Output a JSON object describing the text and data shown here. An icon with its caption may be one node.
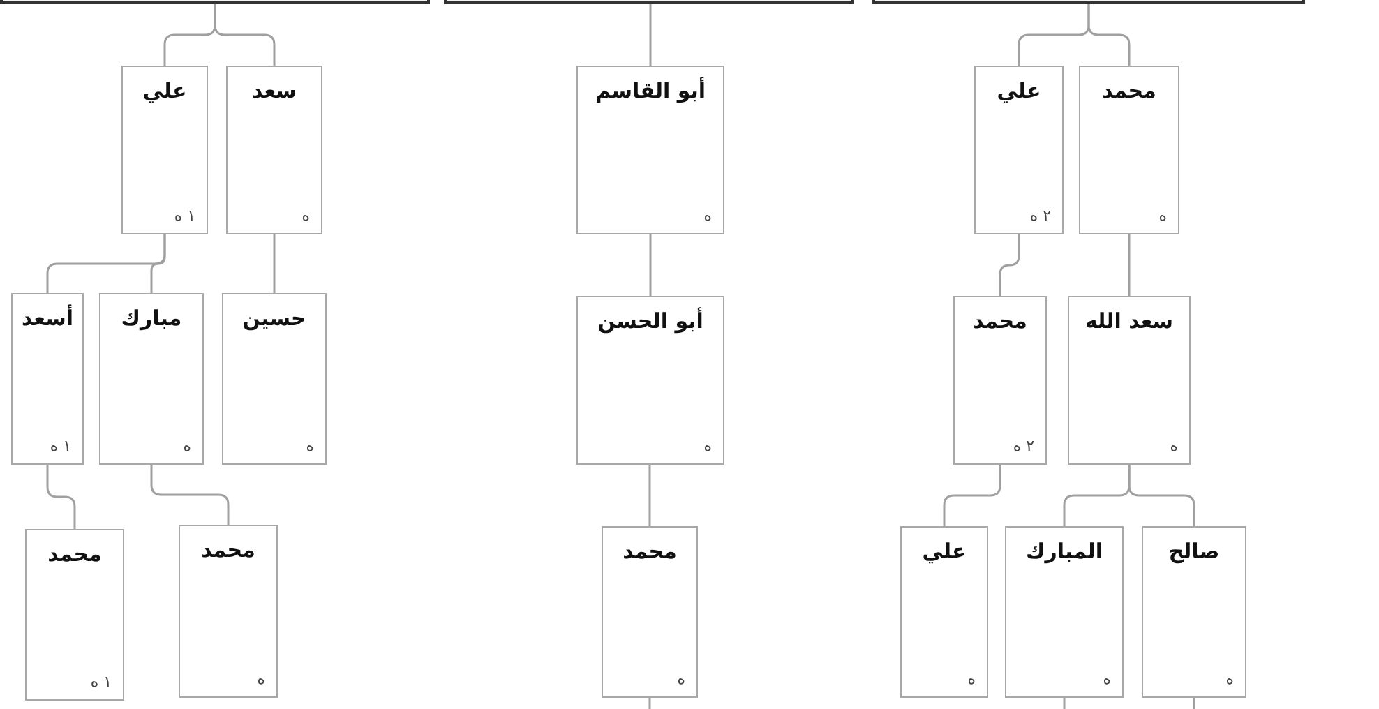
{
  "diagram": {
    "nodes": [
      {
        "text": [],
        "shape": "box"
      },
      {
        "text": [],
        "shape": "box"
      },
      {
        "text": [],
        "shape": "box"
      },
      {
        "text": [
          "علي",
          "١ ه"
        ]
      },
      {
        "text": [
          "سعد",
          "ه"
        ]
      },
      {
        "text": [
          "أبو القاسم",
          "ه"
        ]
      },
      {
        "text": [
          "علي",
          "٢ ه"
        ]
      },
      {
        "text": [
          "محمد",
          "ه"
        ]
      },
      {
        "text": [
          "أسعد",
          "١ ه"
        ]
      },
      {
        "text": [
          "مبارك",
          "ه"
        ]
      },
      {
        "text": [
          "حسين",
          "ه"
        ]
      },
      {
        "text": [
          "أبو الحسن",
          "ه"
        ]
      },
      {
        "text": [
          "محمد",
          "٢ ه"
        ]
      },
      {
        "text": [
          "سعد الله",
          "ه"
        ]
      },
      {
        "text": [
          "محمد",
          "١ ه"
        ]
      },
      {
        "text": [
          "محمد",
          "ه"
        ]
      },
      {
        "text": [
          "محمد",
          "ه"
        ]
      },
      {
        "text": [
          "علي",
          "ه"
        ]
      },
      {
        "text": [
          "المبارك",
          "ه"
        ]
      },
      {
        "text": [
          "صالح",
          "ه"
        ]
      }
    ],
    "edges": [
      {
        "from": 0,
        "to": 3,
        "arrow": "none"
      },
      {
        "from": 0,
        "to": 4,
        "arrow": "none"
      },
      {
        "from": 1,
        "to": 5,
        "arrow": "none"
      },
      {
        "from": 2,
        "to": 6,
        "arrow": "none"
      },
      {
        "from": 2,
        "to": 7,
        "arrow": "none"
      },
      {
        "from": 3,
        "to": 8,
        "arrow": "none"
      },
      {
        "from": 3,
        "to": 9,
        "arrow": "none"
      },
      {
        "from": 4,
        "to": 10,
        "arrow": "none"
      },
      {
        "from": 5,
        "to": 11,
        "arrow": "none"
      },
      {
        "from": 6,
        "to": 12,
        "arrow": "none"
      },
      {
        "from": 7,
        "to": 13,
        "arrow": "none"
      },
      {
        "from": 8,
        "to": 14,
        "arrow": "none"
      },
      {
        "from": 9,
        "to": 15,
        "arrow": "none"
      },
      {
        "from": 11,
        "to": 16,
        "arrow": "none"
      },
      {
        "from": 12,
        "to": 17,
        "arrow": "none"
      },
      {
        "from": 13,
        "to": 18,
        "arrow": "none"
      },
      {
        "from": 13,
        "to": 19,
        "arrow": "none"
      },
      {
        "from": 16,
        "to": null,
        "arrow": "none"
      },
      {
        "from": 18,
        "to": null,
        "arrow": "none"
      },
      {
        "from": 19,
        "to": null,
        "arrow": "none"
      }
    ]
  }
}
